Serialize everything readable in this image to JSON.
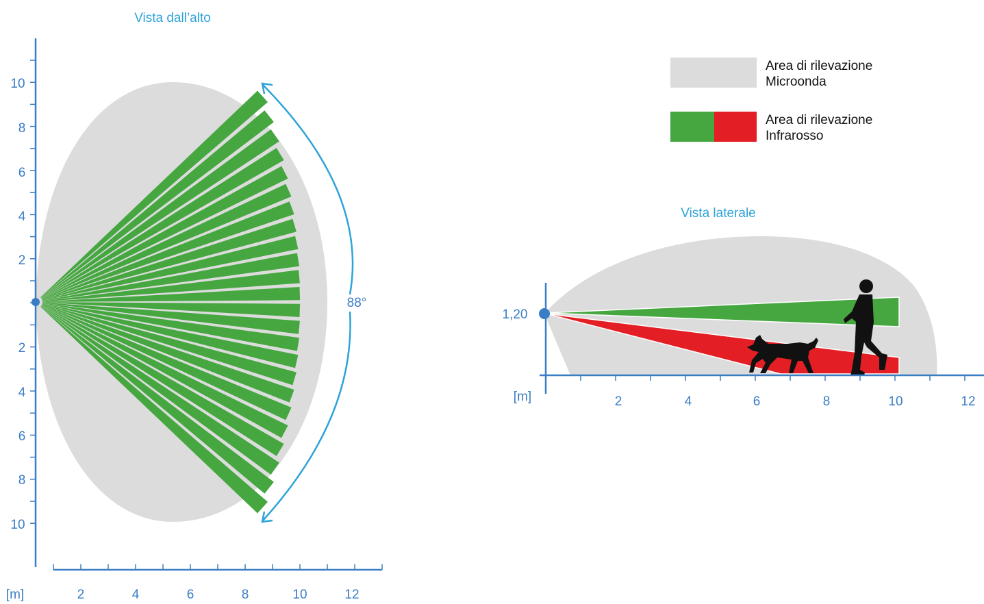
{
  "colors": {
    "microwave": "#dcdcdc",
    "ir_green": "#46a740",
    "ir_red": "#e31e24",
    "axis": "#3a7dc4",
    "title": "#2ea3d8",
    "silhouette": "#111111"
  },
  "top_view": {
    "title": "Vista dall’alto",
    "angle_label": "88°",
    "y_ticks_up": [
      "2",
      "4",
      "6",
      "8",
      "10"
    ],
    "y_ticks_down": [
      "2",
      "4",
      "6",
      "8",
      "10"
    ],
    "x_ticks": [
      "2",
      "4",
      "6",
      "8",
      "10",
      "12"
    ],
    "unit_label": "[m]"
  },
  "side_view": {
    "title": "Vista laterale",
    "height_label": "1,20",
    "x_ticks": [
      "2",
      "4",
      "6",
      "8",
      "10",
      "12"
    ],
    "unit_label": "[m]"
  },
  "legend": {
    "microwave_label_line1": "Area di rilevazione",
    "microwave_label_line2": "Microonda",
    "infrared_label_line1": "Area di rilevazione",
    "infrared_label_line2": "Infrarosso"
  },
  "icons": {
    "person": "person-walking-silhouette-icon",
    "dog": "dog-silhouette-icon"
  }
}
